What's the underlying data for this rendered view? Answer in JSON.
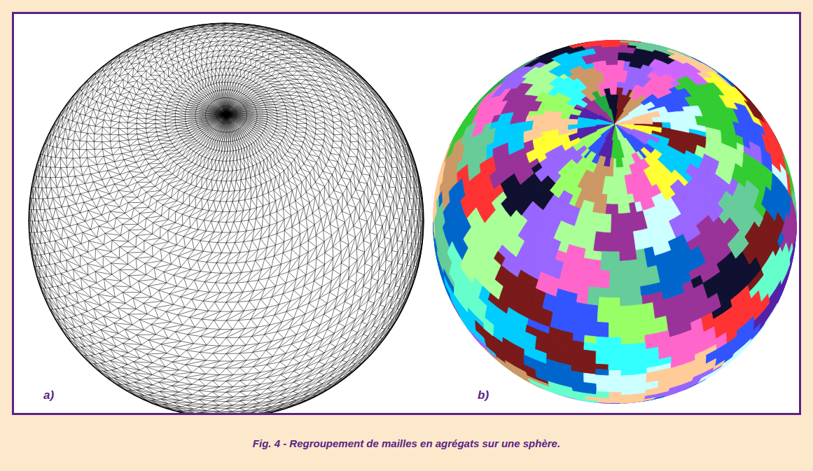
{
  "diagram": {
    "caption": "Fig. 4 - Regroupement de mailles en agrégats sur une sphère.",
    "labels": [
      "a)",
      "b)"
    ]
  }
}
